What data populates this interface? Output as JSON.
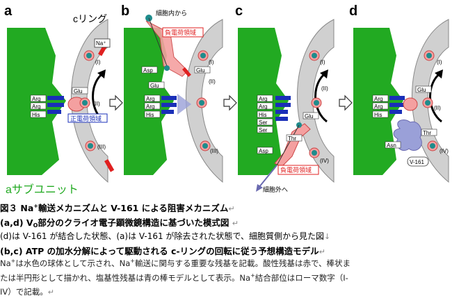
{
  "panels": {
    "a": {
      "letter": "a",
      "c_ring": "cリング",
      "na_label": "Na⁺",
      "positive_region": "正電荷領域",
      "a_subunit": "aサブユニット"
    },
    "b": {
      "letter": "b",
      "from_inside": "細胞内から",
      "negative_region": "負電荷領域"
    },
    "c": {
      "letter": "c",
      "negative_region": "負電荷領域",
      "to_outside": "細胞外へ"
    },
    "d": {
      "letter": "d",
      "v161": "V-161"
    }
  },
  "residues": {
    "arg": "Arg",
    "his": "His",
    "glu": "Glu",
    "asp": "Asp",
    "ser": "Ser",
    "thr": "Thr",
    "asn": "Asn"
  },
  "sites": {
    "I": "(I)",
    "II": "(II)",
    "III": "(III)",
    "IV": "(IV)"
  },
  "caption": {
    "line1_prefix": "図３ Na",
    "line1_sup": "+",
    "line1_suffix": "輸送メカニズムと V-161 による阻害メカニズム",
    "line2_a": "(a,d) V",
    "line2_sub": "O",
    "line2_b": "部分のクライオ電子顕微鏡構造に基づいた模式図",
    "line3": "(d)は V-161 が結合した状態、(a)は V-161 が除去された状態で、細胞質側から見た図",
    "line4": "(b,c) ATP の加水分解によって駆動される c-リングの回転に従う予想構造モデル",
    "line5_a": "Na",
    "line5_sup": "+",
    "line5_b": "は水色の球体として示され、Na",
    "line5_sup2": "+",
    "line5_c": "輸送に関与する重要な残基を記載。酸性残基は赤で、棒状ま",
    "line6_a": "たは半円形として描かれ、塩基性残基は青の棒モデルとして表示。Na",
    "line6_sup": "+",
    "line6_b": "結合部位はローマ数字（I-",
    "line7": "IV）で記載。"
  },
  "colors": {
    "a_subunit_green": "#22aa22",
    "ring_gray": "#d0d0d0",
    "acidic_red": "#e02020",
    "basic_blue": "#1a2fb8",
    "sodium_teal": "#1f8c8c",
    "charge_pink": "#f4a0a0",
    "v161_purple": "#9aa0d8"
  }
}
